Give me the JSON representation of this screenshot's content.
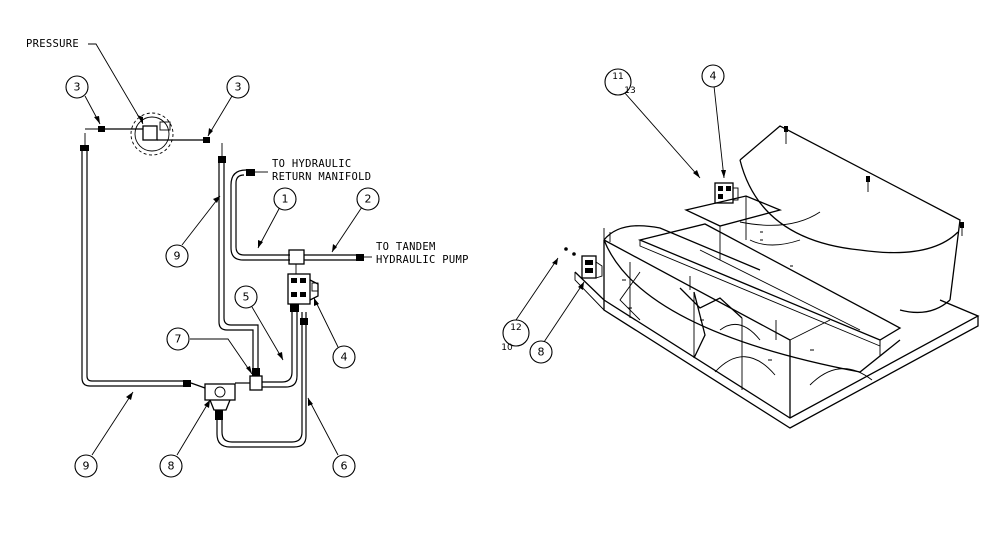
{
  "labels": {
    "pressure": "PRESSURE",
    "to_hydraulic": "TO HYDRAULIC",
    "return_manifold": "RETURN MANIFOLD",
    "to_tandem": "TO TANDEM",
    "hydraulic_pump": "HYDRAULIC PUMP"
  },
  "left_balloons": {
    "b3_left": "3",
    "b3_right": "3",
    "b1": "1",
    "b2": "2",
    "b9_upper": "9",
    "b5": "5",
    "b7": "7",
    "b4": "4",
    "b9_lower": "9",
    "b8": "8",
    "b6": "6"
  },
  "right_balloons": {
    "b11": "11",
    "b13": "13",
    "b4": "4",
    "b12": "12",
    "b10": "10",
    "b8": "8"
  }
}
